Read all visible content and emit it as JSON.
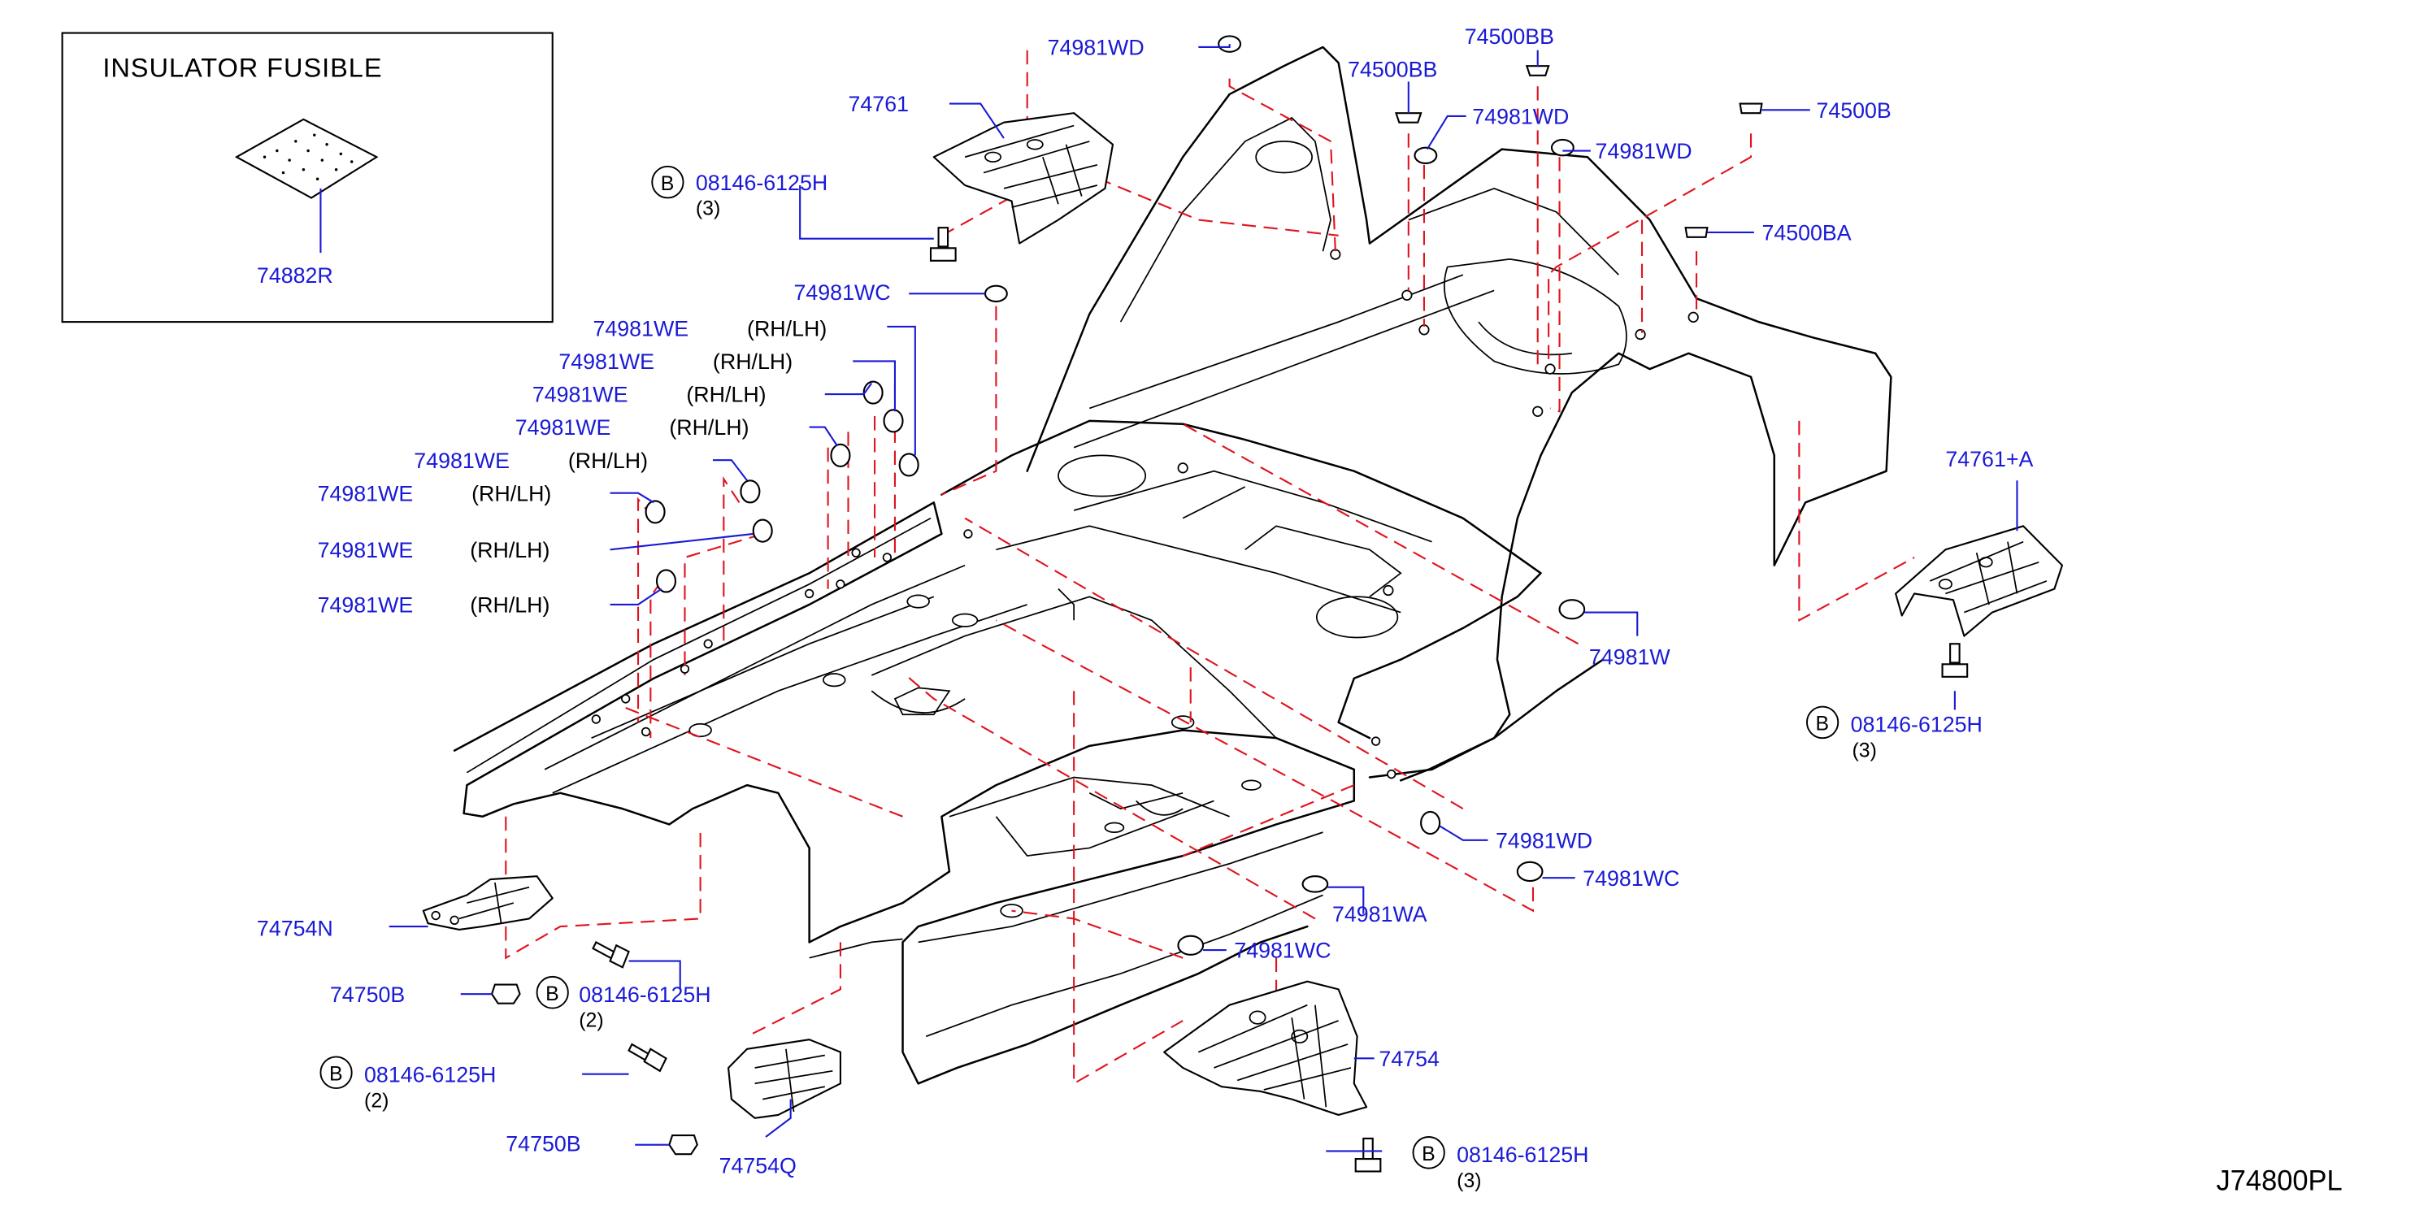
{
  "inset": {
    "title": "INSULATOR   FUSIBLE",
    "part": "74882R"
  },
  "drawing_code": "J74800PL",
  "callouts": {
    "c74981WD_top": "74981WD",
    "c74500BB_a": "74500BB",
    "c74500BB_b": "74500BB",
    "c74981WD_b": "74981WD",
    "c74981WD_c": "74981WD",
    "c74500B": "74500B",
    "c74500BA": "74500BA",
    "c74761": "74761",
    "c74981WC_a": "74981WC",
    "c74761A": "74761+A",
    "c74981W": "74981W",
    "c74981WD_d": "74981WD",
    "c74981WC_b": "74981WC",
    "c74981WA": "74981WA",
    "c74981WC_c": "74981WC",
    "c74754": "74754",
    "c74754N": "74754N",
    "c74750B_a": "74750B",
    "c74750B_b": "74750B",
    "c74754Q": "74754Q"
  },
  "we_plugs": [
    {
      "label": "74981WE",
      "side": "(RH/LH)"
    },
    {
      "label": "74981WE",
      "side": "(RH/LH)"
    },
    {
      "label": "74981WE",
      "side": "(RH/LH)"
    },
    {
      "label": "74981WE",
      "side": "(RH/LH)"
    },
    {
      "label": "74981WE",
      "side": "(RH/LH)"
    },
    {
      "label": "74981WE",
      "side": "(RH/LH)"
    },
    {
      "label": "74981WE",
      "side": "(RH/LH)"
    },
    {
      "label": "74981WE",
      "side": "(RH/LH)"
    }
  ],
  "bolts": {
    "marker": "B",
    "b1": {
      "part": "08146-6125H",
      "qty": "(3)"
    },
    "b2": {
      "part": "08146-6125H",
      "qty": "(3)"
    },
    "b3": {
      "part": "08146-6125H",
      "qty": "(2)"
    },
    "b4": {
      "part": "08146-6125H",
      "qty": "(2)"
    },
    "b5": {
      "part": "08146-6125H",
      "qty": "(3)"
    }
  }
}
